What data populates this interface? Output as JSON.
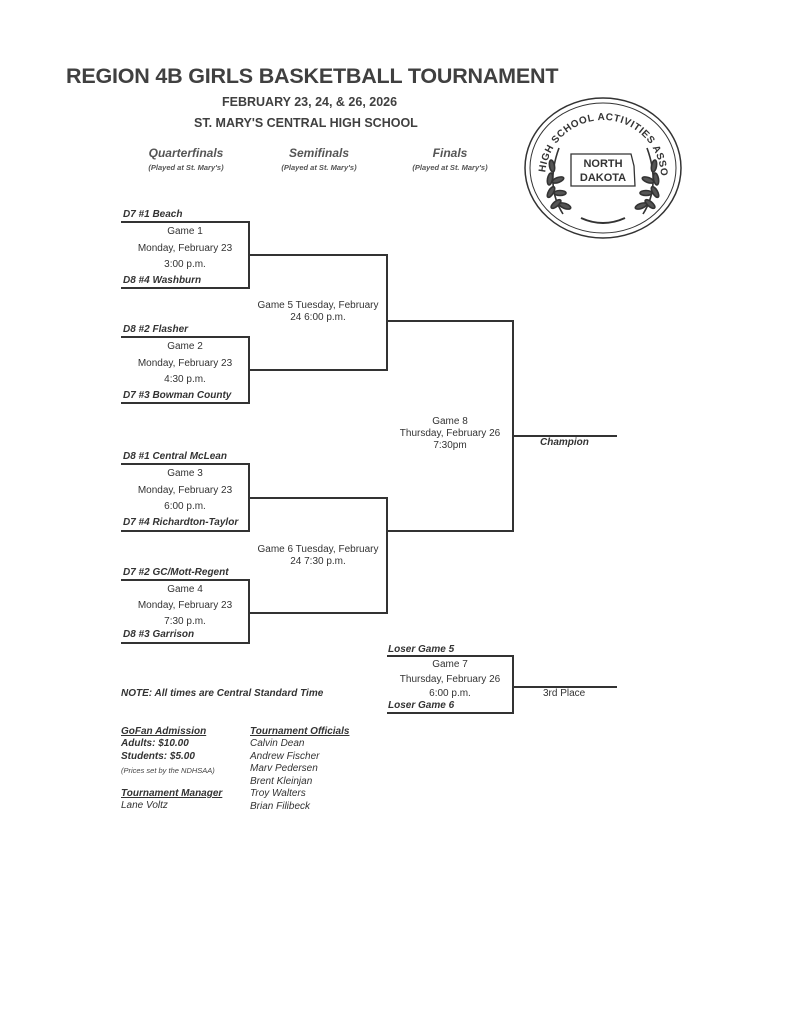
{
  "header": {
    "title": "REGION 4B GIRLS BASKETBALL TOURNAMENT",
    "dates": "FEBRUARY 23, 24, & 26, 2026",
    "venue": "ST. MARY'S CENTRAL HIGH SCHOOL"
  },
  "seal": {
    "ring_text": "HIGH SCHOOL ACTIVITIES ASSOCIATION",
    "state_line1": "NORTH",
    "state_line2": "DAKOTA"
  },
  "columns": [
    {
      "name": "Quarterfinals",
      "note": "(Played at St. Mary's)"
    },
    {
      "name": "Semifinals",
      "note": "(Played at St. Mary's)"
    },
    {
      "name": "Finals",
      "note": "(Played at St. Mary's)"
    }
  ],
  "quarterfinals": [
    {
      "top": "D7 #1 Beach",
      "game": "Game 1",
      "date": "Monday, February 23",
      "time": "3:00 p.m.",
      "bottom": "D8 #4 Washburn"
    },
    {
      "top": "D8 #2 Flasher",
      "game": "Game 2",
      "date": "Monday, February 23",
      "time": "4:30 p.m.",
      "bottom": "D7 #3 Bowman County"
    },
    {
      "top": "D8 #1 Central McLean",
      "game": "Game 3",
      "date": "Monday, February 23",
      "time": "6:00 p.m.",
      "bottom": "D7 #4 Richardton-Taylor"
    },
    {
      "top": "D7 #2 GC/Mott-Regent",
      "game": "Game 4",
      "date": "Monday, February 23",
      "time": "7:30 p.m.",
      "bottom": "D8 #3 Garrison"
    }
  ],
  "semifinals": [
    {
      "line1": "Game 5  Tuesday, February",
      "line2": "24  6:00 p.m."
    },
    {
      "line1": "Game 6  Tuesday, February",
      "line2": "24  7:30 p.m."
    }
  ],
  "final": {
    "game": "Game 8",
    "date": "Thursday, February 26",
    "time": "7:30pm",
    "result": "Champion"
  },
  "third_place": {
    "top": "Loser Game 5",
    "game": "Game 7",
    "date": "Thursday, February 26",
    "time": "6:00 p.m.",
    "bottom": "Loser Game 6",
    "result": "3rd Place"
  },
  "note": "NOTE:  All times are Central Standard Time",
  "admission": {
    "heading": "GoFan Admission",
    "adults": "Adults: $10.00",
    "students": "Students: $5.00",
    "fine_print": "(Prices set by the NDHSAA)"
  },
  "manager": {
    "heading": "Tournament Manager",
    "name": "Lane Voltz"
  },
  "officials": {
    "heading": "Tournament Officials",
    "names": [
      "Calvin Dean",
      "Andrew Fischer",
      "Marv Pedersen",
      "Brent Kleinjan",
      "Troy Walters",
      "Brian Filibeck"
    ]
  }
}
